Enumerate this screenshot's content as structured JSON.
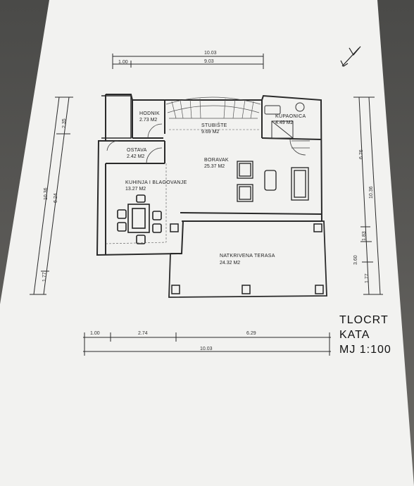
{
  "plan": {
    "rooms": [
      {
        "id": "hodnik",
        "name": "HODNIK",
        "area": "2.73 M2"
      },
      {
        "id": "stubiste",
        "name": "STUBIŠTE",
        "area": "9.69 M2"
      },
      {
        "id": "kupaonica",
        "name": "KUPAONICA",
        "area": "4.49 M2"
      },
      {
        "id": "ostava",
        "name": "OSTAVA",
        "area": "2.42 M2"
      },
      {
        "id": "boravak",
        "name": "BORAVAK",
        "area": "25.37 M2"
      },
      {
        "id": "kuhinja",
        "name": "KUHINJA I BLAGOVANJE",
        "area": "13.27 M2"
      },
      {
        "id": "terasa",
        "name": "NATKRIVENA TERASA",
        "area": "24.32 M2"
      }
    ],
    "dims_top": {
      "total": "10.03",
      "left": "1.00",
      "right": "9.03"
    },
    "dims_bottom": {
      "total": "10.03",
      "a": "1.00",
      "b": "2.74",
      "c": "6.29"
    },
    "dims_left": {
      "total": "10.36",
      "a": "2.35",
      "b": "6.24",
      "c": "1.77"
    },
    "dims_right": {
      "total": "10.36",
      "a": "6.76",
      "b": "1.83",
      "c": "3.60",
      "d": "1.77"
    }
  },
  "title_block": {
    "line1": "TLOCRT",
    "line2": "KATA",
    "line3": "MJ 1:100"
  },
  "north_arrow": {
    "icon": "north-arrow-icon"
  }
}
